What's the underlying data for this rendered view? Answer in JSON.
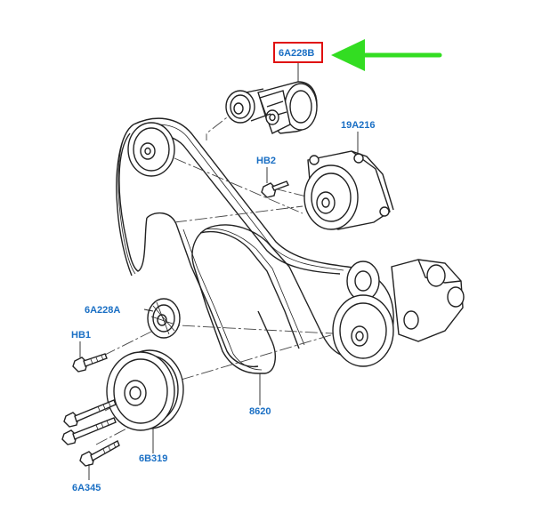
{
  "labels": {
    "tensioner": "6A228B",
    "alternator": "19A216",
    "bolt_hb2": "HB2",
    "idler": "6A228A",
    "bolt_hb1": "HB1",
    "belt": "8620",
    "crank_pulley": "6B319",
    "crank_bolt": "6A345"
  },
  "colors": {
    "label_text": "#1a6fc4",
    "highlight_box": "#e01010",
    "arrow": "#33dd22",
    "line_art": "#222222"
  }
}
